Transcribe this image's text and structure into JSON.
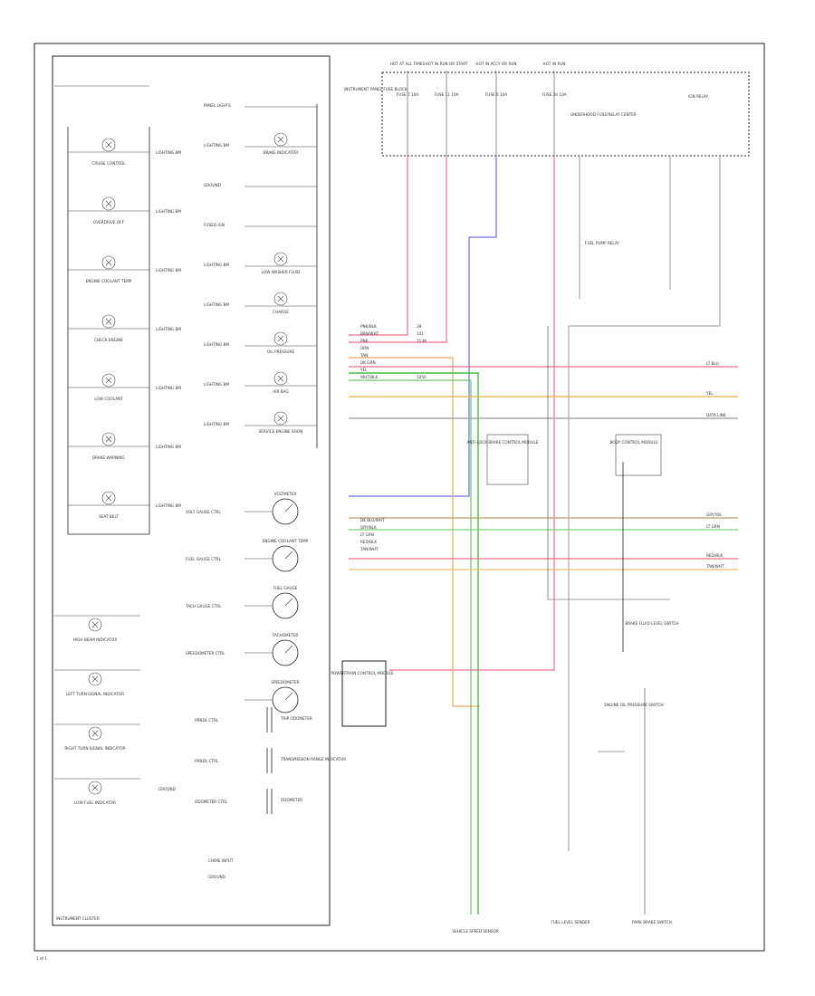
{
  "diagram": {
    "footer_label": "INSTRUMENT CLUSTER",
    "page_id": "1 of 1"
  },
  "fuse_block": {
    "sources": [
      {
        "name": "HOT AT ALL TIMES",
        "fuse": "FUSE 7 10A"
      },
      {
        "name": "HOT IN RUN OR START",
        "fuse": "FUSE 11 10A"
      },
      {
        "name": "HOT IN ACCY OR RUN",
        "fuse": "FUSE 6 10A"
      },
      {
        "name": "HOT IN RUN",
        "fuse": "FUSE 20 10A"
      }
    ],
    "left_label": "INSTRUMENT PANEL FUSE BLOCK",
    "right_note": "UNDERHOOD FUSE/RELAY CENTER",
    "relay_label": "IGN RELAY"
  },
  "cluster_left": {
    "rows": [
      {
        "lamp": "CRUISE CONTROL",
        "ckt": "LIGHTING BM"
      },
      {
        "lamp": "OVERDRIVE OFF",
        "ckt": "LIGHTING BM"
      },
      {
        "lamp": "ENGINE COOLANT TEMP",
        "ckt": "LIGHTING BM"
      },
      {
        "lamp": "CHECK ENGINE",
        "ckt": "LIGHTING BM"
      },
      {
        "lamp": "LOW COOLANT",
        "ckt": "LIGHTING BM"
      },
      {
        "lamp": "BRAKE WARNING",
        "ckt": "LIGHTING BM"
      },
      {
        "lamp": "SEAT BELT",
        "ckt": "LIGHTING BM"
      }
    ],
    "lower_rows": [
      {
        "lamp": "HIGH BEAM INDICATOR",
        "ckt": ""
      },
      {
        "lamp": "LEFT TURN SIGNAL INDICATOR",
        "ckt": ""
      },
      {
        "lamp": "RIGHT TURN SIGNAL INDICATOR",
        "ckt": ""
      },
      {
        "lamp": "LOW FUEL INDICATOR",
        "ckt": "GROUND"
      }
    ]
  },
  "cluster_right": {
    "inputs": [
      {
        "ckt": "PANEL LIGHTS",
        "device": ""
      },
      {
        "ckt": "LIGHTING BM",
        "device": "BRAKE INDICATOR"
      },
      {
        "ckt": "GROUND",
        "device": ""
      },
      {
        "ckt": "FUSED IGN",
        "device": ""
      },
      {
        "ckt": "LIGHTING BM",
        "device": "LOW WASHER FLUID"
      },
      {
        "ckt": "LIGHTING BM",
        "device": "CHARGE"
      },
      {
        "ckt": "LIGHTING BM",
        "device": "OIL PRESSURE"
      },
      {
        "ckt": "LIGHTING BM",
        "device": "AIR BAG"
      },
      {
        "ckt": "LIGHTING BM",
        "device": "SERVICE ENGINE SOON"
      }
    ],
    "gauges": [
      {
        "ckt": "VOLT GAUGE CTRL",
        "name": "VOLTMETER"
      },
      {
        "ckt": "FUEL GAUGE CTRL",
        "name": "ENGINE COOLANT TEMP"
      },
      {
        "ckt": "TACH GAUGE CTRL",
        "name": "FUEL GAUGE"
      },
      {
        "ckt": "SPEEDOMETER CTRL",
        "name": "TACHOMETER"
      },
      {
        "ckt": "",
        "name": "SPEEDOMETER"
      }
    ],
    "meters": [
      {
        "ckt": "PRNDL CTRL",
        "name": "TRIP ODOMETER"
      },
      {
        "ckt": "PRNDL CTRL",
        "name": "TRANSMISSION RANGE INDICATOR"
      },
      {
        "ckt": "ODOMETER CTRL",
        "name": "ODOMETER"
      }
    ],
    "bottom_pins": [
      "CHIME INPUT",
      "GROUND"
    ]
  },
  "harness": {
    "left_wires": [
      {
        "color": "PNK/BLK",
        "circuit": "39"
      },
      {
        "color": "BRN/WHT",
        "circuit": "141"
      },
      {
        "color": "PNK",
        "circuit": "1139"
      },
      {
        "color": "ORN",
        "circuit": ""
      },
      {
        "color": "TAN",
        "circuit": ""
      },
      {
        "color": "DK GRN",
        "circuit": ""
      },
      {
        "color": "YEL",
        "circuit": ""
      },
      {
        "color": "WHT/BLK",
        "circuit": "1050"
      },
      {
        "color": "DK BLU/WHT",
        "circuit": ""
      },
      {
        "color": "GRY/BLK",
        "circuit": ""
      },
      {
        "color": "LT GRN",
        "circuit": ""
      },
      {
        "color": "RED/BLK",
        "circuit": ""
      },
      {
        "color": "TAN/WHT",
        "circuit": ""
      }
    ],
    "right_destinations": [
      {
        "label": "LT BLU",
        "color": "#ef6f8a"
      },
      {
        "label": "YEL",
        "color": "#e8b04a"
      },
      {
        "label": "DATA LINK",
        "color": "#999999"
      },
      {
        "label": "GRY/YEL",
        "color": "#b59c6a"
      },
      {
        "label": "LT GRN",
        "color": "#77d877"
      },
      {
        "label": "RED/BLK",
        "color": "#ef6f8a"
      },
      {
        "label": "TAN/WHT",
        "color": "#e8c06a"
      }
    ]
  },
  "components": [
    {
      "name": "ANTI-LOCK BRAKE CONTROL MODULE"
    },
    {
      "name": "BODY CONTROL MODULE"
    },
    {
      "name": "POWERTRAIN CONTROL MODULE"
    },
    {
      "name": "FUEL PUMP RELAY"
    },
    {
      "name": "FUEL LEVEL SENDER"
    },
    {
      "name": "VEHICLE SPEED SENSOR"
    },
    {
      "name": "ENGINE OIL PRESSURE SWITCH"
    },
    {
      "name": "BRAKE FLUID LEVEL SWITCH"
    },
    {
      "name": "PARK BRAKE SWITCH"
    }
  ],
  "colors": {
    "pink": "#ef6f8a",
    "orange": "#f2a25a",
    "green": "#44bb44",
    "blue": "#6f6fe0",
    "yellow": "#e8c06a",
    "gray": "#999999",
    "olive": "#b59c6a"
  }
}
